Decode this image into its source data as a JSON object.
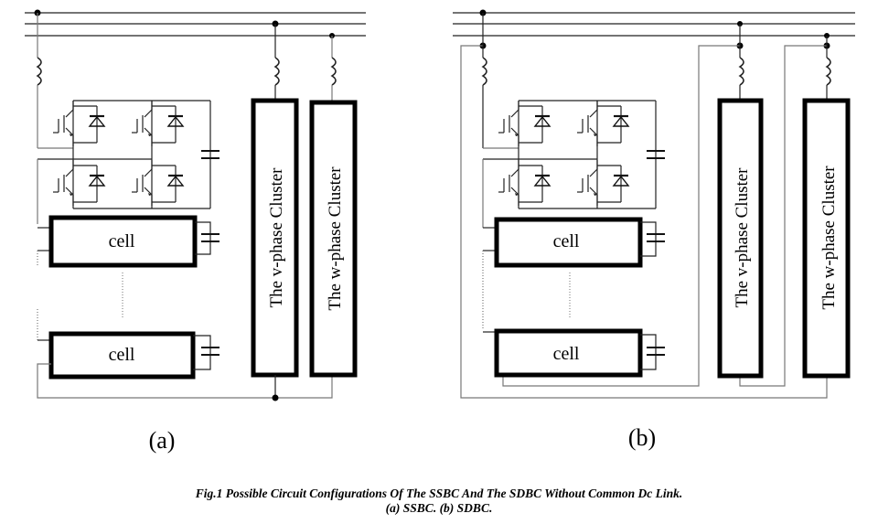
{
  "figure": {
    "caption_line1": "Fig.1 Possible Circuit Configurations Of The SSBC And The SDBC Without Common Dc Link.",
    "caption_line2": "(a) SSBC. (b) SDBC."
  },
  "panels": [
    {
      "id": "a",
      "label": "(a)",
      "cells": [
        "cell",
        "cell"
      ],
      "clusters": [
        "The v-phase Cluster",
        "The w-phase Cluster"
      ]
    },
    {
      "id": "b",
      "label": "(b)",
      "cells": [
        "cell",
        "cell"
      ],
      "clusters": [
        "The v-phase Cluster",
        "The w-phase Cluster"
      ]
    }
  ]
}
